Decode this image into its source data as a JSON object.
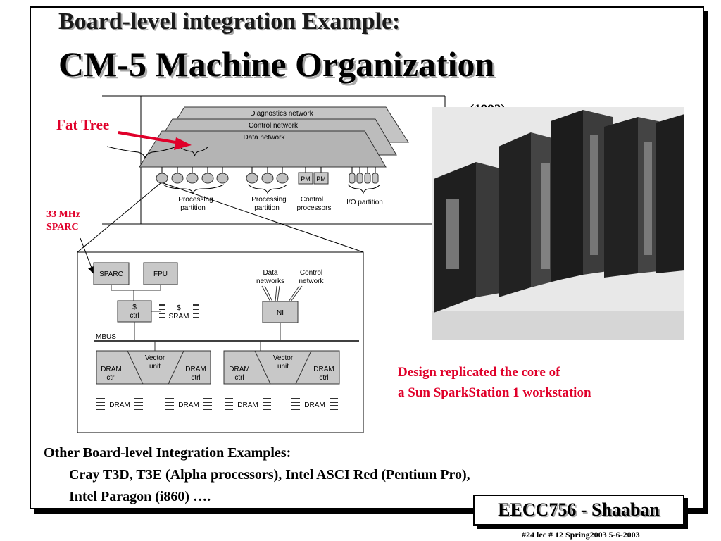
{
  "slide": {
    "title_line1": "Board-level integration Example:",
    "title_line2": "CM-5 Machine Organization",
    "fat_tree_label": "Fat Tree",
    "sparc_label_line1": "33 MHz",
    "sparc_label_line2": "SPARC",
    "year_label": "(1993)",
    "design_note_line1": "Design replicated the core of",
    "design_note_line2": "a Sun SparkStation 1 workstation",
    "other_heading": "Other Board-level Integration Examples:",
    "other_line1": "Cray T3D, T3E (Alpha processors),  Intel ASCI Red (Pentium Pro),",
    "other_line2": "Intel Paragon (i860) ….",
    "course_badge": "EECC756 - Shaaban",
    "footer": "#24   lec # 12    Spring2003   5-6-2003"
  },
  "diagram": {
    "networks": [
      "Diagnostics network",
      "Control network",
      "Data network"
    ],
    "pm_labels": [
      "PM",
      "PM"
    ],
    "partition_labels": {
      "processing_1": [
        "Processing",
        "partition"
      ],
      "processing_2": [
        "Processing",
        "partition"
      ],
      "control": [
        "Control",
        "processors"
      ],
      "io": "I/O partition"
    },
    "node": {
      "sparc": "SPARC",
      "fpu": "FPU",
      "cache_ctrl": [
        "$",
        "ctrl"
      ],
      "sram": [
        "$",
        "SRAM"
      ],
      "data_networks": [
        "Data",
        "networks"
      ],
      "control_network": [
        "Control",
        "network"
      ],
      "ni": "NI",
      "mbus": "MBUS",
      "vector_unit": [
        "Vector",
        "unit"
      ],
      "dram_ctrl": [
        "DRAM",
        "ctrl"
      ],
      "dram": "DRAM"
    }
  },
  "colors": {
    "accent_red": "#e0002a",
    "box_gray": "#c8c8c8",
    "network_gray": "#bdbdbd"
  }
}
